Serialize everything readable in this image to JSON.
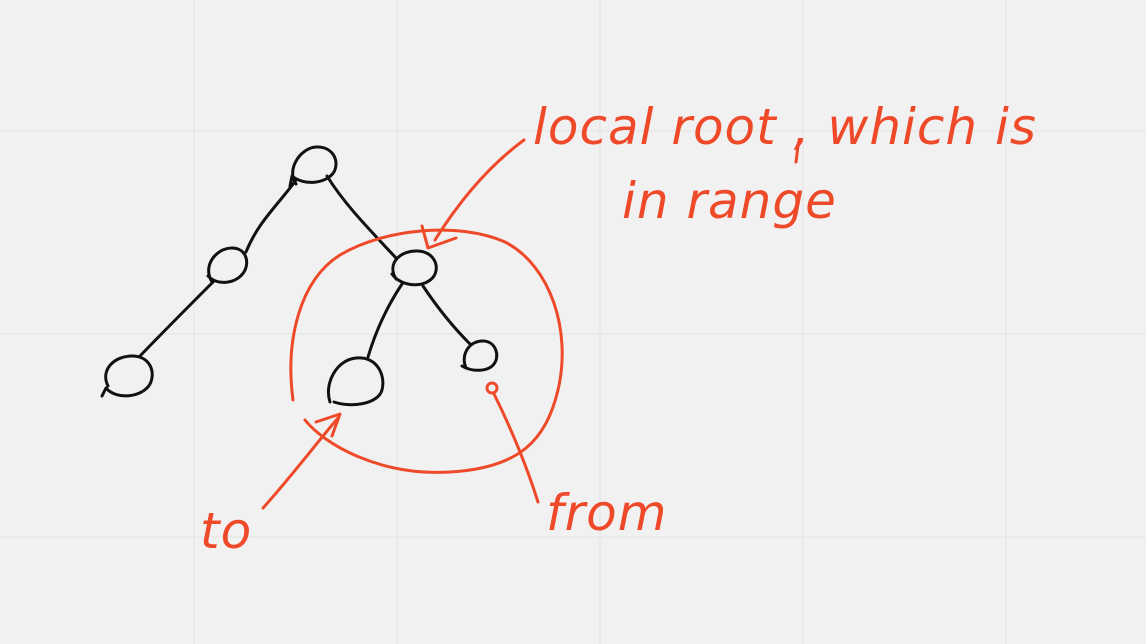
{
  "colors": {
    "background": "#f2f1f1",
    "grid": "#e3e2e2",
    "ink_black": "#111111",
    "ink_red": "#ee4a2a"
  },
  "annotations": {
    "local_root_line1": "local root , which is",
    "local_root_line2": "in range",
    "to_label": "to",
    "from_label": "from"
  }
}
